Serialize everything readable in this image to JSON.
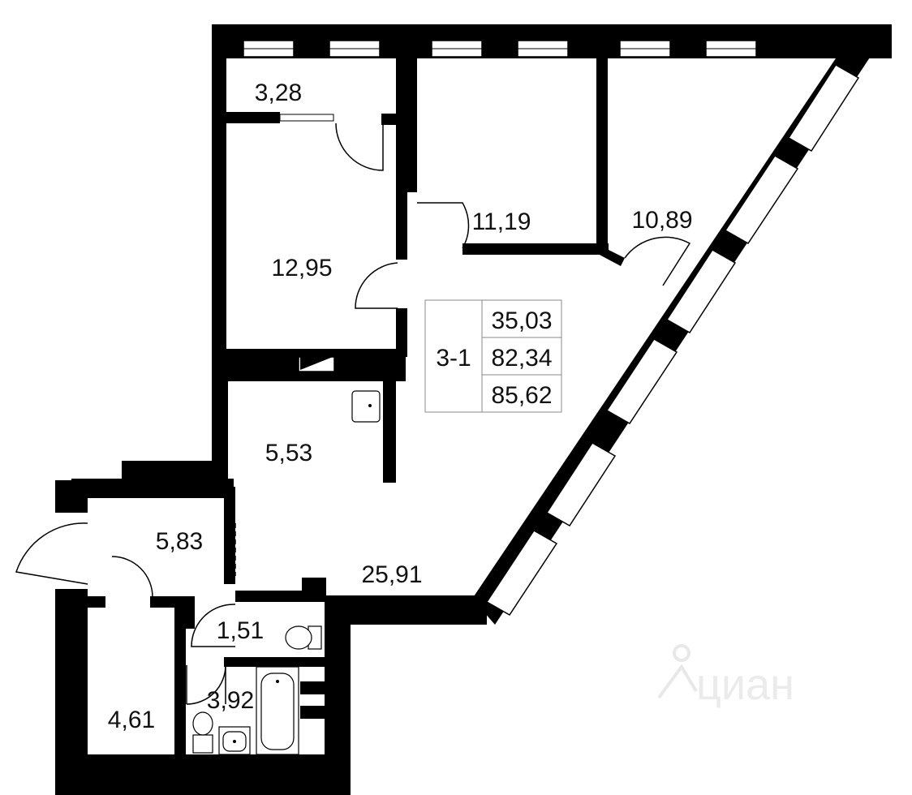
{
  "unit_table": {
    "unit_number": "3-1",
    "areas": [
      "35,03",
      "82,34",
      "85,62"
    ]
  },
  "rooms": [
    {
      "id": "closet",
      "area": "3,28"
    },
    {
      "id": "bedroom-left",
      "area": "12,95"
    },
    {
      "id": "bedroom-middle",
      "area": "11,19"
    },
    {
      "id": "bedroom-right",
      "area": "10,89"
    },
    {
      "id": "corridor",
      "area": "5,53"
    },
    {
      "id": "living-room",
      "area": "25,91"
    },
    {
      "id": "hall",
      "area": "5,83"
    },
    {
      "id": "wc",
      "area": "1,51"
    },
    {
      "id": "bathroom",
      "area": "3,92"
    },
    {
      "id": "storage",
      "area": "4,61"
    }
  ],
  "watermark": {
    "text": "циан"
  },
  "colors": {
    "walls": "#000000",
    "background": "#ffffff",
    "watermark": "#e6e6e6"
  }
}
